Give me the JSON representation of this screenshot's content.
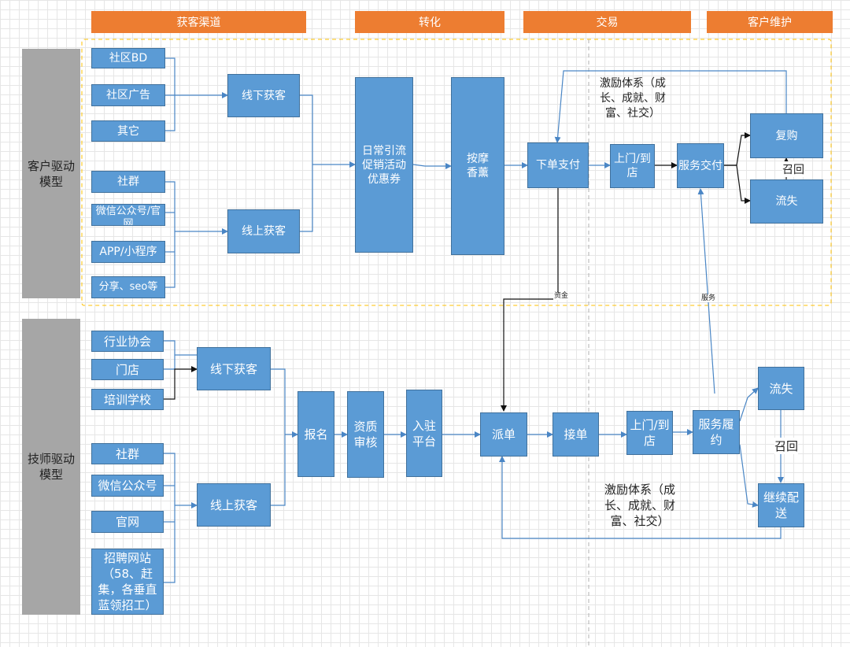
{
  "headers": {
    "acquisition": "获客渠道",
    "conversion": "转化",
    "transaction": "交易",
    "maintenance": "客户维护"
  },
  "customer": {
    "side_label": "客户驱动\n模型",
    "channels": [
      "社区BD",
      "社区广告",
      "其它",
      "社群",
      "微信公众号/官网",
      "APP/小程序",
      "分享、seo等"
    ],
    "offline": "线下获客",
    "online": "线上获客",
    "daily": "日常引流\n促销活动\n优惠券",
    "massage": "按摩\n香薰",
    "order_pay": "下单支付",
    "onsite": "上门/到\n店",
    "delivery": "服务交付",
    "repurchase": "复购",
    "churn": "流失",
    "recall": "召回",
    "incentive": "激励体系（成\n长、成就、财\n富、社交）",
    "funds": "资金",
    "service": "服务"
  },
  "tech": {
    "side_label": "技师驱动\n模型",
    "channels": [
      "行业协会",
      "门店",
      "培训学校",
      "社群",
      "微信公众号",
      "官网",
      "招聘网站\n（58、赶\n集，各垂直\n蓝领招工）"
    ],
    "offline": "线下获客",
    "online": "线上获客",
    "signup": "报名",
    "qualify": "资质\n审核",
    "join": "入驻\n平台",
    "dispatch": "派单",
    "accept": "接单",
    "onsite": "上门/到\n店",
    "fulfill": "服务履\n约",
    "churn": "流失",
    "recall": "召回",
    "continue": "继续配\n送",
    "incentive": "激励体系（成\n长、成就、财\n富、社交）"
  },
  "colors": {
    "header": "#ed7d31",
    "box": "#5b9bd5",
    "box_border": "#41719c",
    "side": "#a6a6a6",
    "connector": "#4a86c5",
    "group_border": "#ffc000"
  }
}
